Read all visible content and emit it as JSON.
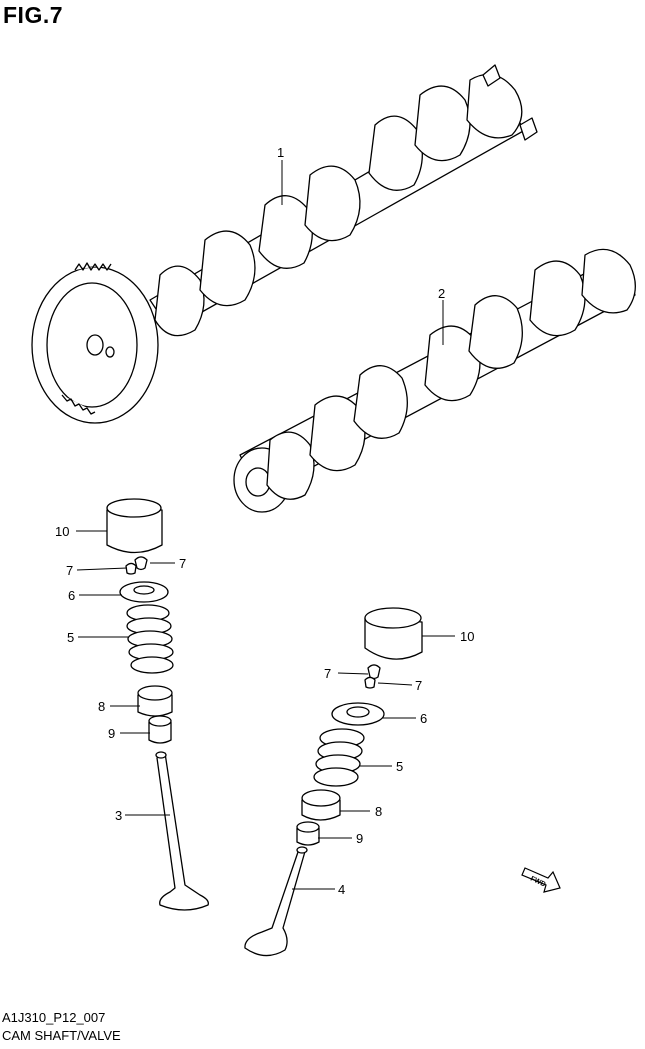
{
  "figure": {
    "title": "FIG.7",
    "code": "A1J310_P12_007",
    "caption": "CAM SHAFT/VALVE"
  },
  "callouts": [
    {
      "id": "c1",
      "label": "1"
    },
    {
      "id": "c2",
      "label": "2"
    },
    {
      "id": "c3",
      "label": "3"
    },
    {
      "id": "c4",
      "label": "4"
    },
    {
      "id": "c5a",
      "label": "5"
    },
    {
      "id": "c5b",
      "label": "5"
    },
    {
      "id": "c6a",
      "label": "6"
    },
    {
      "id": "c6b",
      "label": "6"
    },
    {
      "id": "c7a",
      "label": "7"
    },
    {
      "id": "c7b",
      "label": "7"
    },
    {
      "id": "c7c",
      "label": "7"
    },
    {
      "id": "c7d",
      "label": "7"
    },
    {
      "id": "c8a",
      "label": "8"
    },
    {
      "id": "c8b",
      "label": "8"
    },
    {
      "id": "c9a",
      "label": "9"
    },
    {
      "id": "c9b",
      "label": "9"
    },
    {
      "id": "c10a",
      "label": "10"
    },
    {
      "id": "c10b",
      "label": "10"
    }
  ],
  "fwd_mark": {
    "label": "FWD",
    "icon": "fwd-arrow-icon"
  }
}
